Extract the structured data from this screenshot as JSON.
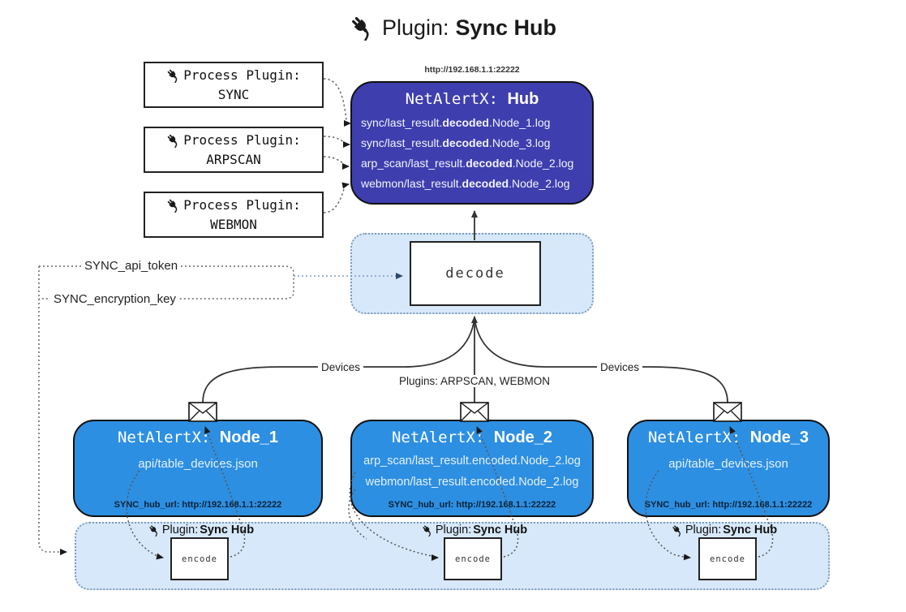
{
  "title": {
    "icon": "plug-icon",
    "prefix": "Plugin: ",
    "name": "Sync Hub"
  },
  "process_plugins": [
    {
      "label": "Process Plugin:",
      "name": "SYNC"
    },
    {
      "label": "Process Plugin:",
      "name": "ARPSCAN"
    },
    {
      "label": "Process Plugin:",
      "name": "WEBMON"
    }
  ],
  "hub": {
    "url_label": "http://192.168.1.1:22222",
    "title_prefix": "NetAlertX: ",
    "title_name": "Hub",
    "files": [
      {
        "pre": "sync/last_result.",
        "bold": "decoded",
        "post": ".Node_1.log"
      },
      {
        "pre": "sync/last_result.",
        "bold": "decoded",
        "post": ".Node_3.log"
      },
      {
        "pre": "arp_scan/last_result.",
        "bold": "decoded",
        "post": ".Node_2.log"
      },
      {
        "pre": "webmon/last_result.",
        "bold": "decoded",
        "post": ".Node_2.log"
      }
    ]
  },
  "decode": {
    "label": "decode"
  },
  "secrets": {
    "api_token": "SYNC_api_token",
    "encryption_key": "SYNC_encryption_key"
  },
  "edges": {
    "devices_left": "Devices",
    "devices_right": "Devices",
    "plugins_center": "Plugins: ARPSCAN, WEBMON"
  },
  "nodes": [
    {
      "title_prefix": "NetAlertX: ",
      "title_name": "Node_1",
      "files": [
        "api/table_devices.json"
      ],
      "hub_url": "SYNC_hub_url: http://192.168.1.1:22222"
    },
    {
      "title_prefix": "NetAlertX: ",
      "title_name": "Node_2",
      "files": [
        "arp_scan/last_result.encoded.Node_2.log",
        "webmon/last_result.encoded.Node_2.log"
      ],
      "hub_url": "SYNC_hub_url: http://192.168.1.1:22222"
    },
    {
      "title_prefix": "NetAlertX: ",
      "title_name": "Node_3",
      "files": [
        "api/table_devices.json"
      ],
      "hub_url": "SYNC_hub_url: http://192.168.1.1:22222"
    }
  ],
  "encoders": [
    {
      "prefix": "Plugin: ",
      "name": "Sync Hub",
      "box_label": "encode"
    },
    {
      "prefix": "Plugin: ",
      "name": "Sync Hub",
      "box_label": "encode"
    },
    {
      "prefix": "Plugin: ",
      "name": "Sync Hub",
      "box_label": "encode"
    }
  ],
  "icons": {
    "plug": "plug-icon",
    "envelope": "envelope-icon"
  },
  "colors": {
    "hub_fill": "#3f3eae",
    "node_fill": "#2d8fe2",
    "panel_fill": "#d7e8fa",
    "panel_border": "#7d9bbf",
    "line": "#333333",
    "text_dark": "#1a1a1a",
    "node_url_text": "#0b2236"
  }
}
